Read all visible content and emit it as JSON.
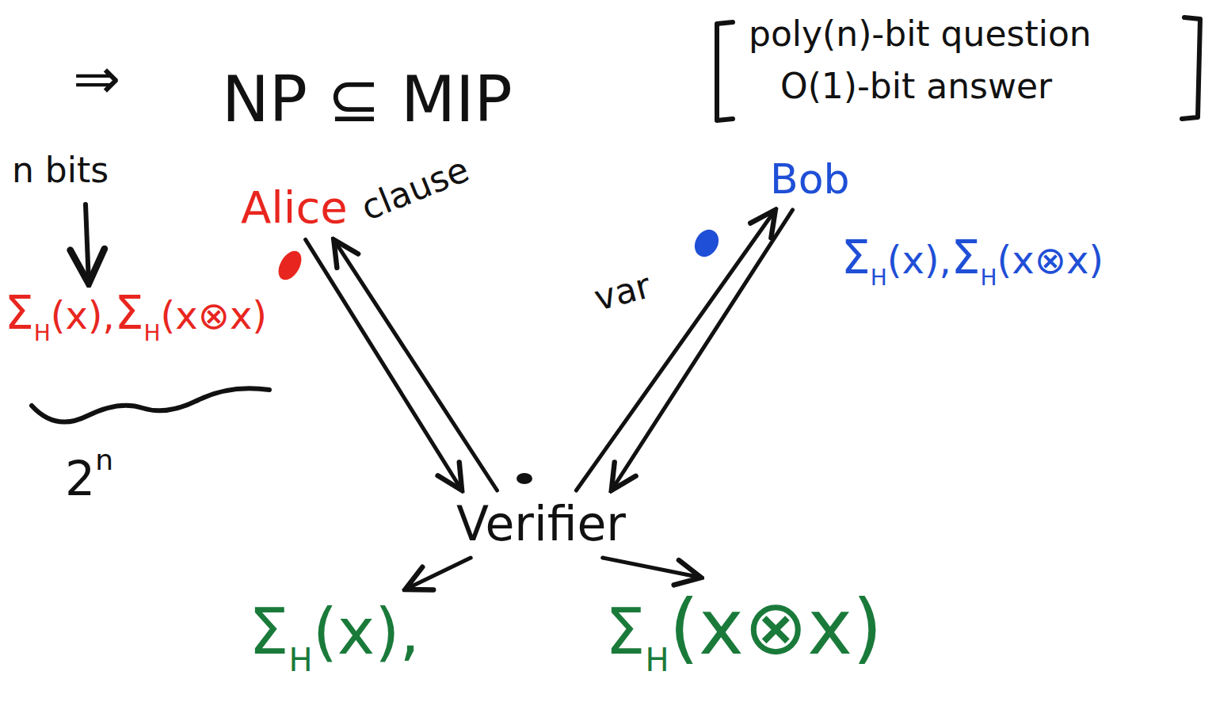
{
  "diagram": {
    "nodes": [
      {
        "text": [
          "Alice"
        ]
      },
      {
        "text": [
          "Bob"
        ]
      },
      {
        "text": [
          "Verifier"
        ]
      },
      {
        "text": [
          "Σ",
          "H",
          "(x),"
        ]
      },
      {
        "text": [
          "Σ",
          "H",
          "(x⊗x)"
        ]
      }
    ],
    "edges": [
      {
        "from": 2,
        "to": 0,
        "arrow": "to",
        "label": "clause"
      },
      {
        "from": 0,
        "to": 2,
        "arrow": "to"
      },
      {
        "from": 2,
        "to": 1,
        "arrow": "to",
        "label": "var"
      },
      {
        "from": 1,
        "to": 2,
        "arrow": "to"
      },
      {
        "from": 2,
        "to": 3,
        "arrow": "to"
      },
      {
        "from": 2,
        "to": 4,
        "arrow": "to"
      }
    ],
    "labels": [
      "⇒",
      "NP ⊆ MIP",
      "poly(n)-bit question",
      "O(1)-bit answer",
      "n bits",
      "Σ",
      "H",
      "(x),",
      "Σ",
      "H",
      "(x⊗x)",
      "2",
      "n",
      "Σ",
      "H",
      "(x),",
      "Σ",
      "H",
      "(x⊗x)"
    ]
  }
}
